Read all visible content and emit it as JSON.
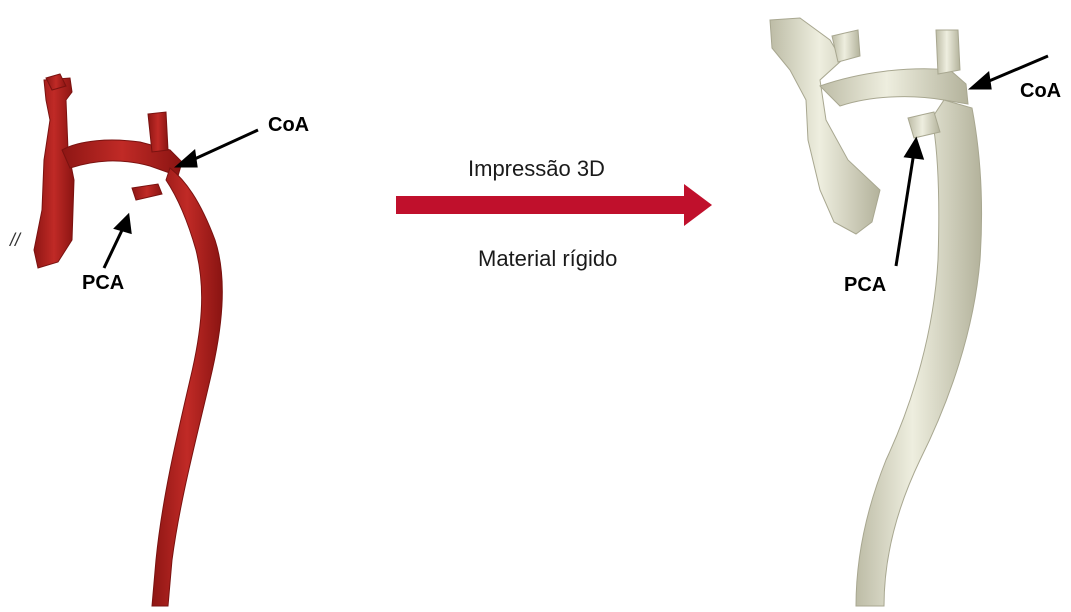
{
  "left_model": {
    "coa_label": "CoA",
    "pca_label": "PCA",
    "break_mark": "//",
    "color": "#b3201f"
  },
  "center": {
    "top_text": "Impressão 3D",
    "bottom_text": "Material rígido",
    "arrow_color": "#c0102c"
  },
  "right_model": {
    "coa_label": "CoA",
    "pca_label": "PCA",
    "color": "#dcdccb"
  }
}
